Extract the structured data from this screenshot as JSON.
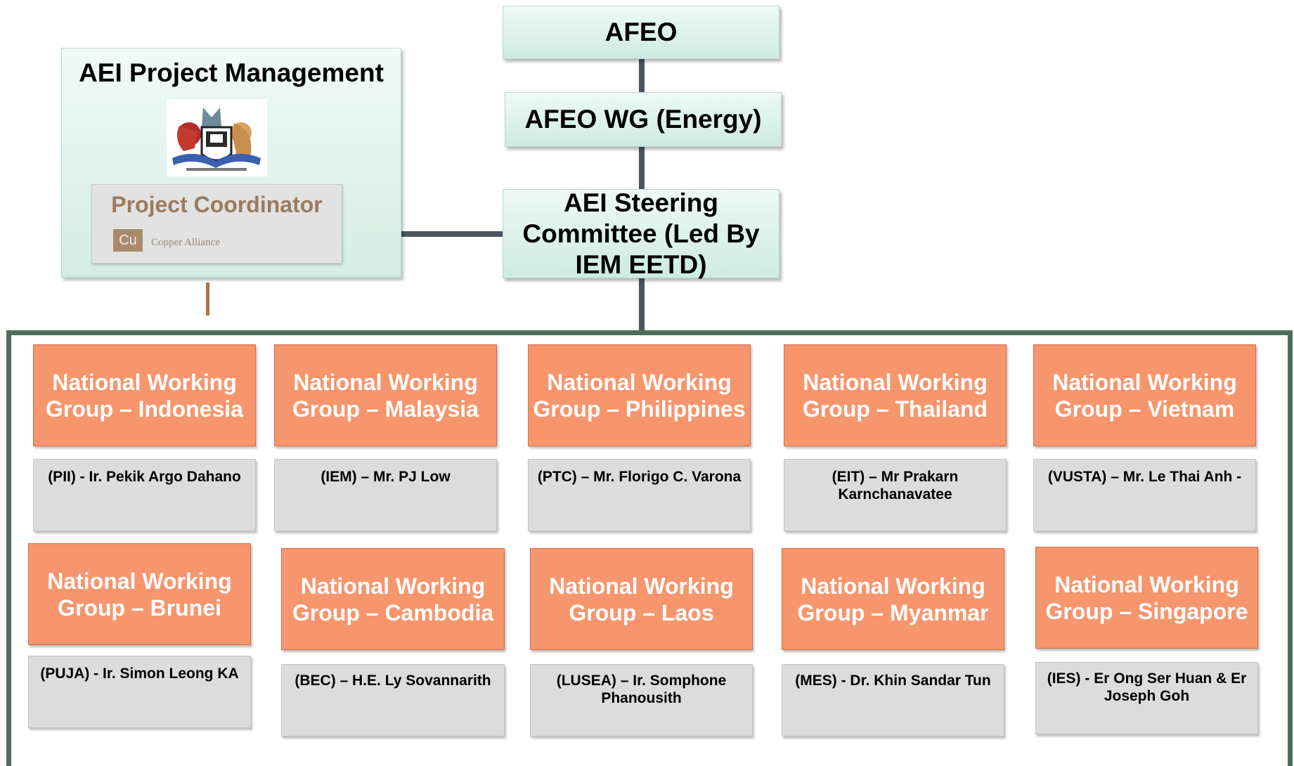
{
  "top_chain": {
    "afeo": "AFEO",
    "afeo_wg": "AFEO WG (Energy)",
    "steering_committee": "AEI Steering Committee (Led By IEM EETD)"
  },
  "project_management": {
    "title": "AEI Project Management",
    "coordinator_label": "Project Coordinator",
    "logo_mark": "Cu",
    "logo_text": "Copper Alliance"
  },
  "row1": [
    {
      "country": "National Working Group – Indonesia",
      "lead": "(PII) - Ir. Pekik Argo Dahano"
    },
    {
      "country": "National Working Group – Malaysia",
      "lead": "(IEM) – Mr. PJ Low"
    },
    {
      "country": "National Working Group – Philippines",
      "lead": "(PTC) – Mr. Florigo C. Varona"
    },
    {
      "country": "National Working Group – Thailand",
      "lead": "(EIT) – Mr Prakarn Karnchanavatee"
    },
    {
      "country": "National Working Group – Vietnam",
      "lead": "(VUSTA) – Mr. Le Thai Anh -"
    }
  ],
  "row2": [
    {
      "country": "National Working Group – Brunei",
      "lead": "(PUJA) - Ir. Simon Leong KA"
    },
    {
      "country": "National Working Group – Cambodia",
      "lead": "(BEC) – H.E. Ly Sovannarith"
    },
    {
      "country": "National Working Group – Laos",
      "lead": "(LUSEA) – Ir. Somphone Phanousith"
    },
    {
      "country": "National Working Group – Myanmar",
      "lead": "(MES) - Dr. Khin Sandar Tun"
    },
    {
      "country": "National Working Group – Singapore",
      "lead": "(IES) - Er Ong Ser Huan & Er Joseph Goh"
    }
  ]
}
